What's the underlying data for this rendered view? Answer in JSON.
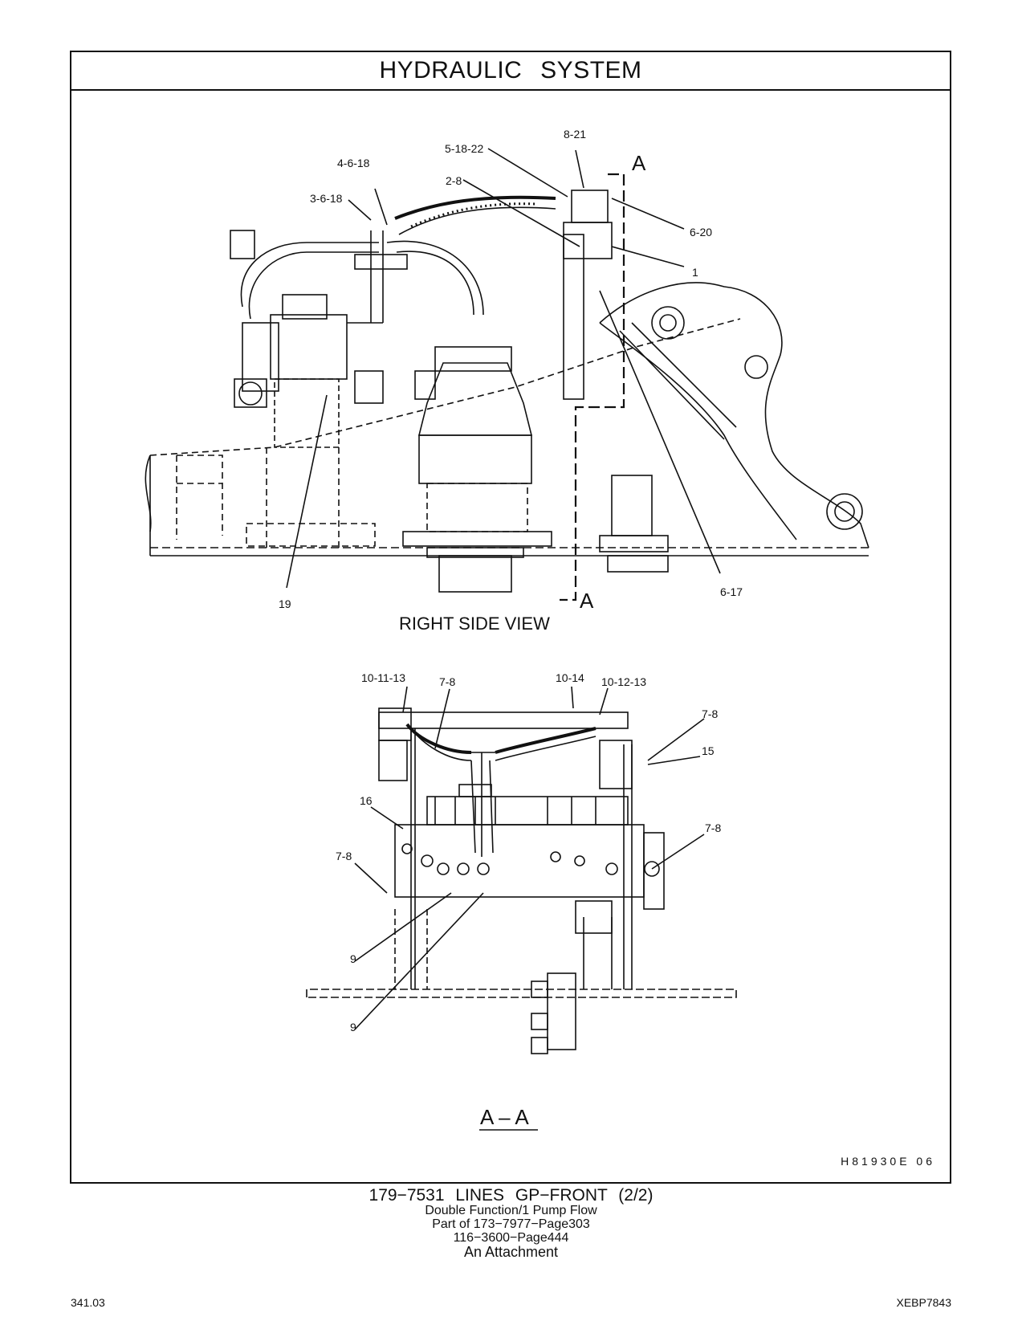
{
  "header": {
    "title": "HYDRAULIC SYSTEM"
  },
  "views": {
    "side": {
      "label": "RIGHT SIDE VIEW",
      "section_marker": "A"
    },
    "section": {
      "label": "A – A"
    }
  },
  "callouts": {
    "side": [
      "8-21",
      "5-18-22",
      "4-6-18",
      "2-8",
      "3-6-18",
      "6-20",
      "1",
      "19",
      "6-17"
    ],
    "section": [
      "10-11-13",
      "7-8",
      "10-14",
      "10-12-13",
      "7-8",
      "15",
      "16",
      "7-8",
      "7-8",
      "9",
      "9"
    ]
  },
  "drawing_number": "H81930E 06",
  "caption": {
    "title": "179−7531 LINES GP−FRONT (2/2)",
    "line1": "Double Function/1 Pump Flow",
    "line2": "Part of 173−7977−Page303",
    "line3": "116−3600−Page444",
    "line4": "An Attachment"
  },
  "footer": {
    "page": "341.03",
    "doc_id": "XEBP7843"
  }
}
